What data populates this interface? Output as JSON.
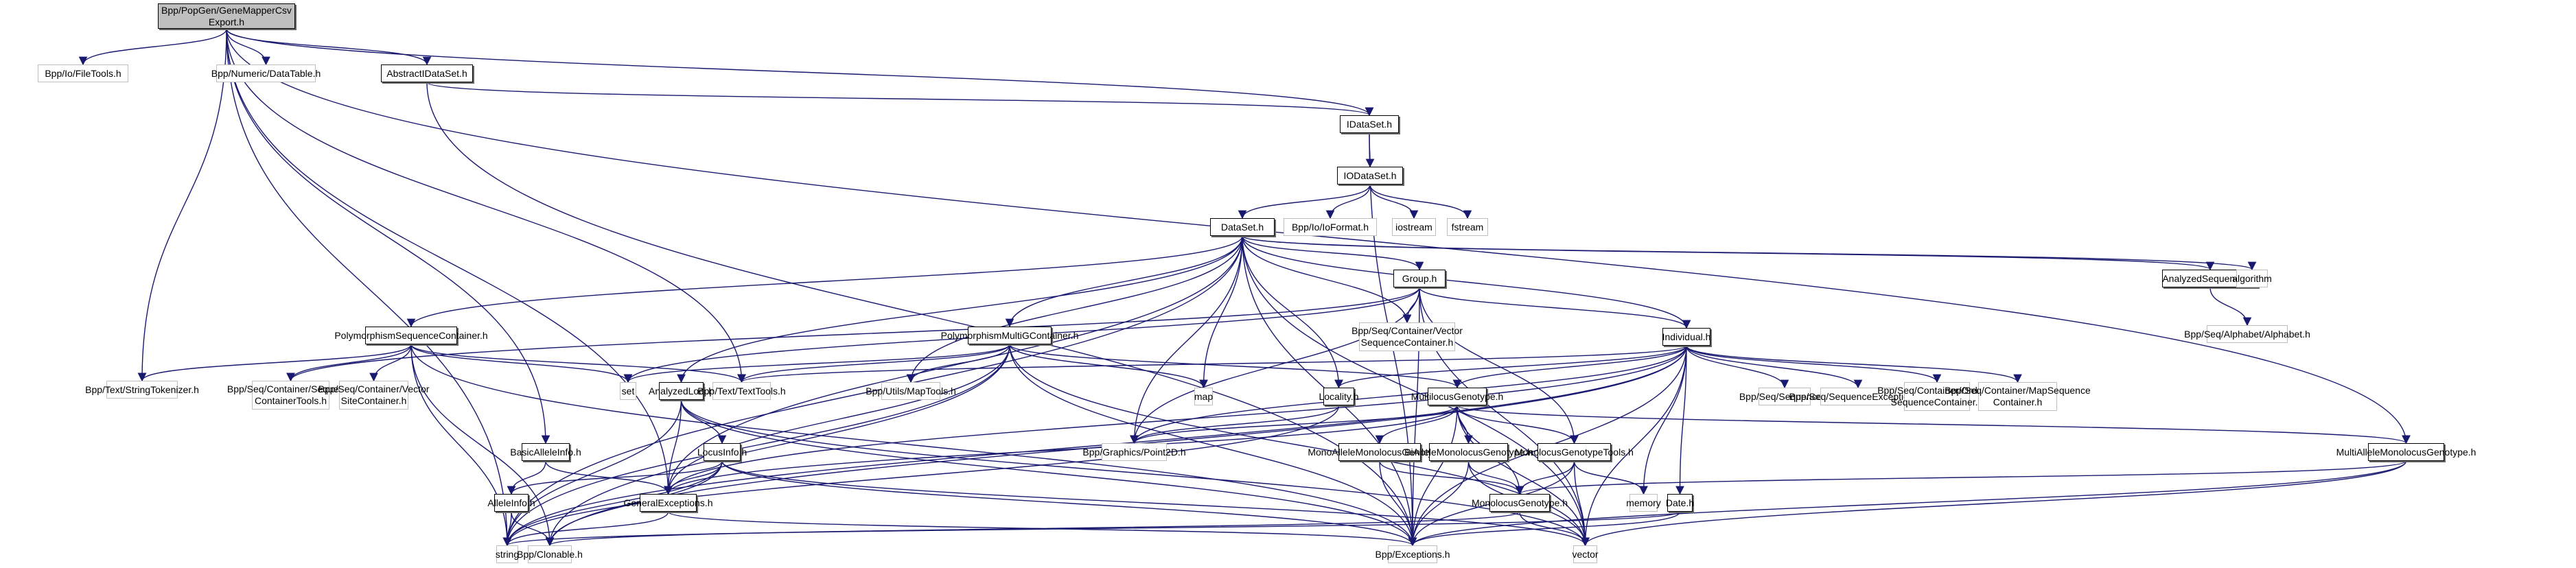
{
  "title": "Include dependency graph for GeneMapperCsvExport.h",
  "edge_color": "#191970",
  "nodes": [
    {
      "id": "root",
      "label": "Bpp/PopGen/GeneMapperCsv\nExport.h",
      "kind": "root"
    },
    {
      "id": "filetools",
      "label": "Bpp/Io/FileTools.h",
      "kind": "ext"
    },
    {
      "id": "datatable",
      "label": "Bpp/Numeric/DataTable.h",
      "kind": "ext"
    },
    {
      "id": "abstractidataset",
      "label": "AbstractIDataSet.h",
      "kind": "local"
    },
    {
      "id": "idataset",
      "label": "IDataSet.h",
      "kind": "local"
    },
    {
      "id": "iodataset",
      "label": "IODataSet.h",
      "kind": "local"
    },
    {
      "id": "dataset",
      "label": "DataSet.h",
      "kind": "local"
    },
    {
      "id": "ioformat",
      "label": "Bpp/Io/IoFormat.h",
      "kind": "ext"
    },
    {
      "id": "iostream",
      "label": "iostream",
      "kind": "ext"
    },
    {
      "id": "fstream",
      "label": "fstream",
      "kind": "ext"
    },
    {
      "id": "group",
      "label": "Group.h",
      "kind": "local"
    },
    {
      "id": "analyzedsequences",
      "label": "AnalyzedSequences.h",
      "kind": "local"
    },
    {
      "id": "algorithm",
      "label": "algorithm",
      "kind": "ext"
    },
    {
      "id": "alphabet",
      "label": "Bpp/Seq/Alphabet/Alphabet.h",
      "kind": "ext"
    },
    {
      "id": "vectorseqcontainer",
      "label": "Bpp/Seq/Container/Vector\nSequenceContainer.h",
      "kind": "ext"
    },
    {
      "id": "individual",
      "label": "Individual.h",
      "kind": "local"
    },
    {
      "id": "polyseqcontainer",
      "label": "PolymorphismSequenceContainer.h",
      "kind": "local"
    },
    {
      "id": "polymultig",
      "label": "PolymorphismMultiGContainer.h",
      "kind": "local"
    },
    {
      "id": "stringtokenizer",
      "label": "Bpp/Text/StringTokenizer.h",
      "kind": "ext"
    },
    {
      "id": "seqcontainertools",
      "label": "Bpp/Seq/Container/Sequence\nContainerTools.h",
      "kind": "ext"
    },
    {
      "id": "vectorsitecontainer",
      "label": "Bpp/Seq/Container/Vector\nSiteContainer.h",
      "kind": "ext"
    },
    {
      "id": "set",
      "label": "set",
      "kind": "ext"
    },
    {
      "id": "analyzedloci",
      "label": "AnalyzedLoci.h",
      "kind": "local"
    },
    {
      "id": "texttools",
      "label": "Bpp/Text/TextTools.h",
      "kind": "ext"
    },
    {
      "id": "maptools",
      "label": "Bpp/Utils/MapTools.h",
      "kind": "ext"
    },
    {
      "id": "map",
      "label": "map",
      "kind": "ext"
    },
    {
      "id": "locality",
      "label": "Locality.h",
      "kind": "local"
    },
    {
      "id": "multilocus",
      "label": "MultilocusGenotype.h",
      "kind": "local"
    },
    {
      "id": "sequence",
      "label": "Bpp/Seq/Sequence.h",
      "kind": "ext"
    },
    {
      "id": "seqexceptions",
      "label": "Bpp/Seq/SequenceExceptions.h",
      "kind": "ext"
    },
    {
      "id": "orderedseq",
      "label": "Bpp/Seq/Container/Ordered\nSequenceContainer.h",
      "kind": "ext"
    },
    {
      "id": "mapseq",
      "label": "Bpp/Seq/Container/MapSequence\nContainer.h",
      "kind": "ext"
    },
    {
      "id": "basicalleleinfo",
      "label": "BasicAlleleInfo.h",
      "kind": "local"
    },
    {
      "id": "locusinfo",
      "label": "LocusInfo.h",
      "kind": "local"
    },
    {
      "id": "point2d",
      "label": "Bpp/Graphics/Point2D.h",
      "kind": "ext"
    },
    {
      "id": "monoallele",
      "label": "MonoAlleleMonolocusGenotype.h",
      "kind": "local"
    },
    {
      "id": "biallele",
      "label": "BiAlleleMonolocusGenotype.h",
      "kind": "local"
    },
    {
      "id": "monolocustools",
      "label": "MonolocusGenotypeTools.h",
      "kind": "local"
    },
    {
      "id": "multiallele",
      "label": "MultiAlleleMonolocusGenotype.h",
      "kind": "local"
    },
    {
      "id": "alleleinfo",
      "label": "AlleleInfo.h",
      "kind": "local"
    },
    {
      "id": "generalexceptions",
      "label": "GeneralExceptions.h",
      "kind": "local"
    },
    {
      "id": "monolocus",
      "label": "MonolocusGenotype.h",
      "kind": "local"
    },
    {
      "id": "memory",
      "label": "memory",
      "kind": "ext"
    },
    {
      "id": "date",
      "label": "Date.h",
      "kind": "local"
    },
    {
      "id": "string",
      "label": "string",
      "kind": "ext"
    },
    {
      "id": "clonable",
      "label": "Bpp/Clonable.h",
      "kind": "ext"
    },
    {
      "id": "exceptions",
      "label": "Bpp/Exceptions.h",
      "kind": "ext"
    },
    {
      "id": "vector",
      "label": "vector",
      "kind": "ext"
    }
  ],
  "edges": [
    [
      "root",
      "filetools"
    ],
    [
      "root",
      "datatable"
    ],
    [
      "root",
      "abstractidataset"
    ],
    [
      "root",
      "idataset"
    ],
    [
      "root",
      "stringtokenizer"
    ],
    [
      "root",
      "texttools"
    ],
    [
      "root",
      "basicalleleinfo"
    ],
    [
      "root",
      "generalexceptions"
    ],
    [
      "root",
      "string"
    ],
    [
      "root",
      "multiallele"
    ],
    [
      "abstractidataset",
      "idataset"
    ],
    [
      "abstractidataset",
      "exceptions"
    ],
    [
      "idataset",
      "iodataset"
    ],
    [
      "idataset",
      "exceptions"
    ],
    [
      "iodataset",
      "dataset"
    ],
    [
      "iodataset",
      "ioformat"
    ],
    [
      "iodataset",
      "iostream"
    ],
    [
      "iodataset",
      "fstream"
    ],
    [
      "dataset",
      "group"
    ],
    [
      "dataset",
      "analyzedsequences"
    ],
    [
      "dataset",
      "algorithm"
    ],
    [
      "dataset",
      "individual"
    ],
    [
      "dataset",
      "polyseqcontainer"
    ],
    [
      "dataset",
      "polymultig"
    ],
    [
      "dataset",
      "analyzedloci"
    ],
    [
      "dataset",
      "maptools"
    ],
    [
      "dataset",
      "map"
    ],
    [
      "dataset",
      "locality"
    ],
    [
      "dataset",
      "point2d"
    ],
    [
      "dataset",
      "string"
    ],
    [
      "dataset",
      "vector"
    ],
    [
      "dataset",
      "exceptions"
    ],
    [
      "dataset",
      "generalexceptions"
    ],
    [
      "dataset",
      "vectorseqcontainer"
    ],
    [
      "group",
      "vectorseqcontainer"
    ],
    [
      "group",
      "individual"
    ],
    [
      "group",
      "set"
    ],
    [
      "group",
      "point2d"
    ],
    [
      "group",
      "exceptions"
    ],
    [
      "group",
      "vector"
    ],
    [
      "group",
      "seqcontainertools"
    ],
    [
      "group",
      "monolocustools"
    ],
    [
      "analyzedsequences",
      "alphabet"
    ],
    [
      "individual",
      "locality"
    ],
    [
      "individual",
      "multilocus"
    ],
    [
      "individual",
      "sequence"
    ],
    [
      "individual",
      "seqexceptions"
    ],
    [
      "individual",
      "orderedseq"
    ],
    [
      "individual",
      "mapseq"
    ],
    [
      "individual",
      "texttools"
    ],
    [
      "individual",
      "point2d"
    ],
    [
      "individual",
      "generalexceptions"
    ],
    [
      "individual",
      "memory"
    ],
    [
      "individual",
      "date"
    ],
    [
      "individual",
      "vector"
    ],
    [
      "individual",
      "exceptions"
    ],
    [
      "individual",
      "string"
    ],
    [
      "individual",
      "clonable"
    ],
    [
      "polyseqcontainer",
      "stringtokenizer"
    ],
    [
      "polyseqcontainer",
      "seqcontainertools"
    ],
    [
      "polyseqcontainer",
      "vectorsitecontainer"
    ],
    [
      "polyseqcontainer",
      "set"
    ],
    [
      "polyseqcontainer",
      "texttools"
    ],
    [
      "polyseqcontainer",
      "string"
    ],
    [
      "polyseqcontainer",
      "clonable"
    ],
    [
      "polyseqcontainer",
      "exceptions"
    ],
    [
      "polymultig",
      "set"
    ],
    [
      "polymultig",
      "texttools"
    ],
    [
      "polymultig",
      "maptools"
    ],
    [
      "polymultig",
      "map"
    ],
    [
      "polymultig",
      "multilocus"
    ],
    [
      "polymultig",
      "generalexceptions"
    ],
    [
      "polymultig",
      "string"
    ],
    [
      "polymultig",
      "clonable"
    ],
    [
      "polymultig",
      "exceptions"
    ],
    [
      "polymultig",
      "vector"
    ],
    [
      "analyzedloci",
      "locusinfo"
    ],
    [
      "analyzedloci",
      "generalexceptions"
    ],
    [
      "analyzedloci",
      "string"
    ],
    [
      "analyzedloci",
      "exceptions"
    ],
    [
      "analyzedloci",
      "vector"
    ],
    [
      "locality",
      "point2d"
    ],
    [
      "locality",
      "string"
    ],
    [
      "multilocus",
      "monoallele"
    ],
    [
      "multilocus",
      "biallele"
    ],
    [
      "multilocus",
      "monolocustools"
    ],
    [
      "multilocus",
      "monolocus"
    ],
    [
      "multilocus",
      "point2d"
    ],
    [
      "multilocus",
      "generalexceptions"
    ],
    [
      "multilocus",
      "exceptions"
    ],
    [
      "multilocus",
      "vector"
    ],
    [
      "multilocus",
      "multiallele"
    ],
    [
      "basicalleleinfo",
      "alleleinfo"
    ],
    [
      "basicalleleinfo",
      "generalexceptions"
    ],
    [
      "locusinfo",
      "alleleinfo"
    ],
    [
      "locusinfo",
      "generalexceptions"
    ],
    [
      "locusinfo",
      "string"
    ],
    [
      "locusinfo",
      "clonable"
    ],
    [
      "locusinfo",
      "exceptions"
    ],
    [
      "locusinfo",
      "vector"
    ],
    [
      "monoallele",
      "monolocus"
    ],
    [
      "monoallele",
      "exceptions"
    ],
    [
      "biallele",
      "monolocus"
    ],
    [
      "biallele",
      "exceptions"
    ],
    [
      "biallele",
      "vector"
    ],
    [
      "monolocustools",
      "monolocus"
    ],
    [
      "monolocustools",
      "memory"
    ],
    [
      "monolocustools",
      "vector"
    ],
    [
      "monolocustools",
      "exceptions"
    ],
    [
      "multiallele",
      "monolocus"
    ],
    [
      "multiallele",
      "exceptions"
    ],
    [
      "multiallele",
      "vector"
    ],
    [
      "alleleinfo",
      "string"
    ],
    [
      "alleleinfo",
      "clonable"
    ],
    [
      "generalexceptions",
      "exceptions"
    ],
    [
      "generalexceptions",
      "string"
    ],
    [
      "monolocus",
      "vector"
    ],
    [
      "monolocus",
      "clonable"
    ],
    [
      "date",
      "exceptions"
    ],
    [
      "date",
      "string"
    ]
  ]
}
